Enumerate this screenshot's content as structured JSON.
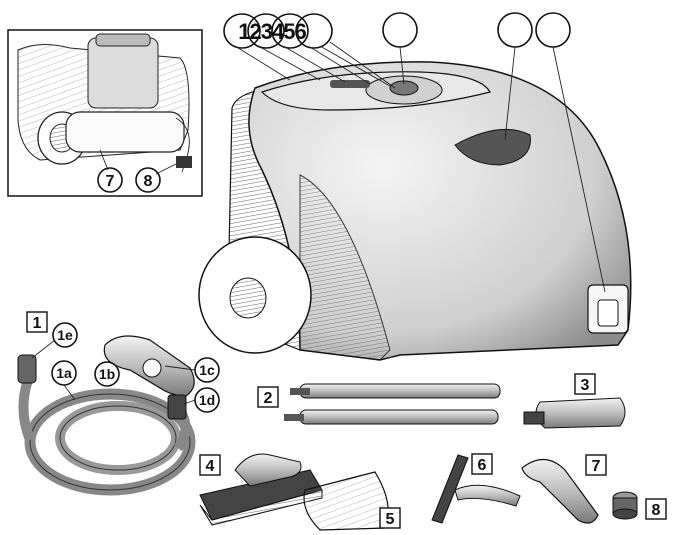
{
  "inset": {
    "callouts": [
      "7",
      "8"
    ]
  },
  "main_unit": {
    "header_label": "123456",
    "blank_circles": 3
  },
  "accessories": {
    "hose": {
      "box": "1",
      "parts": [
        "1e",
        "1a",
        "1b",
        "1c",
        "1d"
      ]
    },
    "extension_tubes": "2",
    "nozzle": "3",
    "floor_brush": "4",
    "cloth": "5",
    "window_squeegee": "6",
    "angled_nozzle": "7",
    "cap": "8"
  },
  "colors": {
    "line": "#111111",
    "gray_fill": "#9a9a9a",
    "light_fill": "#e6e6e6"
  }
}
